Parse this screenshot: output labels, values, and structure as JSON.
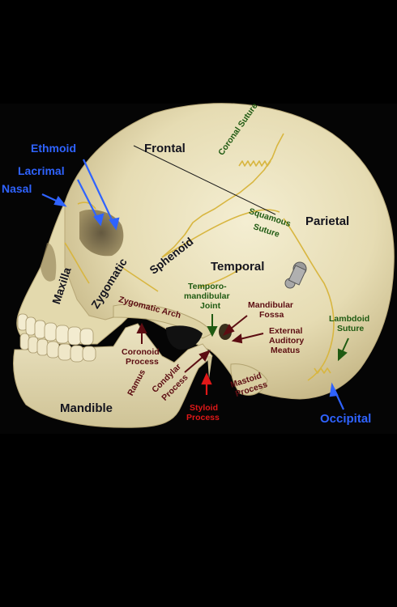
{
  "colors": {
    "background": "#000000",
    "bone": "#e9e1bd",
    "bone_shadow": "#c9bd8c",
    "suture": "#d8b640",
    "blue_label": "#2f63ff",
    "black_label": "#14141e",
    "green_label": "#1f5a12",
    "maroon_label": "#5c0d12",
    "red_label": "#e01818"
  },
  "labels": {
    "ethmoid": "Ethmoid",
    "lacrimal": "Lacrimal",
    "nasal": "Nasal",
    "frontal": "Frontal",
    "coronal_suture": "Coronal Suture",
    "squamous_suture_1": "Squamous",
    "squamous_suture_2": "Suture",
    "parietal": "Parietal",
    "sphenoid": "Sphenoid",
    "temporal": "Temporal",
    "zygomatic": "Zygomatic",
    "maxilla": "Maxilla",
    "zygomatic_arch": "Zygomatic Arch",
    "tmj_1": "Temporo-",
    "tmj_2": "mandibular",
    "tmj_3": "Joint",
    "mandibular_fossa_1": "Mandibular",
    "mandibular_fossa_2": "Fossa",
    "external_meatus_1": "External",
    "external_meatus_2": "Auditory",
    "external_meatus_3": "Meatus",
    "lambdoid_suture_1": "Lambdoid",
    "lambdoid_suture_2": "Suture",
    "coronoid_process_1": "Coronoid",
    "coronoid_process_2": "Process",
    "ramus": "Ramus",
    "condylar_process_1": "Condylar",
    "condylar_process_2": "Process",
    "mastoid_process_1": "Mastoid",
    "mastoid_process_2": "Process",
    "styloid_process_1": "Styloid",
    "styloid_process_2": "Process",
    "mandible": "Mandible",
    "occipital": "Occipital"
  }
}
